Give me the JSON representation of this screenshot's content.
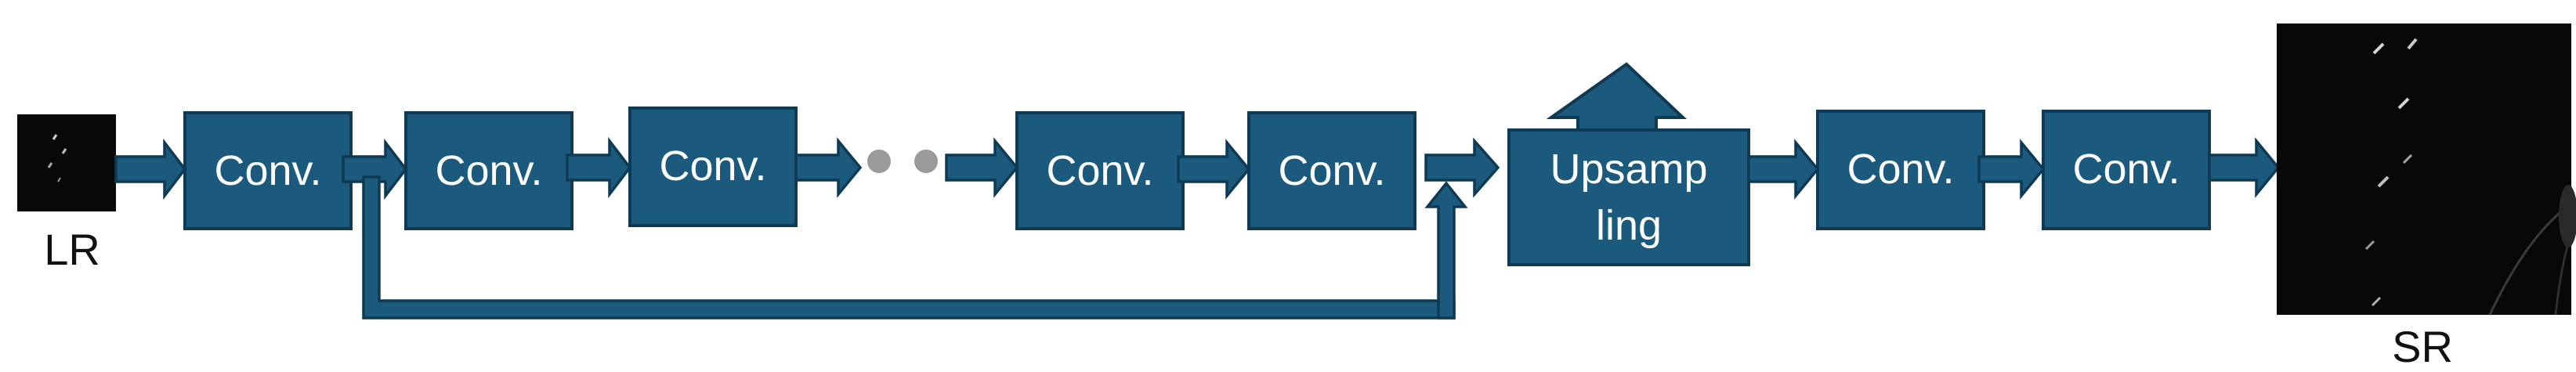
{
  "colors": {
    "block_fill": "#1b5a7d",
    "block_stroke": "#0e3a54",
    "label_text": "#ffffff",
    "image_background": "#080808",
    "dots": "#9a9a9a"
  },
  "input": {
    "label": "LR",
    "icon": "low-resolution-image-thumbnail"
  },
  "output": {
    "label": "SR",
    "icon": "super-resolution-image"
  },
  "blocks": {
    "conv1": "Conv.",
    "conv2": "Conv.",
    "conv3": "Conv.",
    "conv4": "Conv.",
    "conv5": "Conv.",
    "upsampling_line1": "Upsamp",
    "upsampling_line2": "ling",
    "conv6": "Conv.",
    "conv7": "Conv."
  },
  "ellipsis_icon": "ellipsis-dots-icon",
  "skip_connection_icon": "skip-connection-arrow"
}
